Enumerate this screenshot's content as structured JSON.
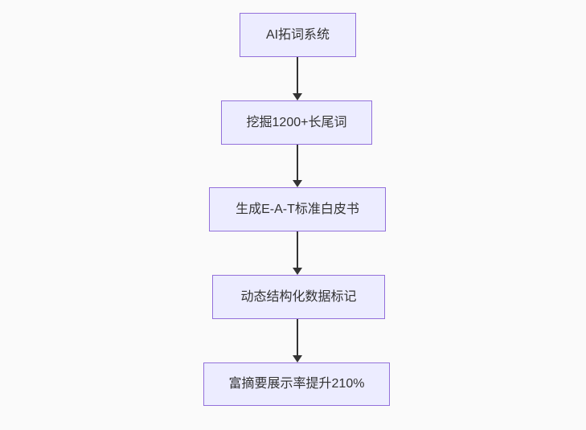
{
  "diagram": {
    "type": "flowchart",
    "direction": "top-down",
    "colors": {
      "background": "#fafafa",
      "node_fill": "#ECECFF",
      "node_border": "#9370DB",
      "node_text": "#333333",
      "edge": "#333333"
    },
    "nodes": [
      {
        "id": "n1",
        "label": "AI拓词系统"
      },
      {
        "id": "n2",
        "label": "挖掘1200+长尾词"
      },
      {
        "id": "n3",
        "label": "生成E-A-T标准白皮书"
      },
      {
        "id": "n4",
        "label": "动态结构化数据标记"
      },
      {
        "id": "n5",
        "label": "富摘要展示率提升210%"
      }
    ],
    "edges": [
      {
        "from": "n1",
        "to": "n2"
      },
      {
        "from": "n2",
        "to": "n3"
      },
      {
        "from": "n3",
        "to": "n4"
      },
      {
        "from": "n4",
        "to": "n5"
      }
    ]
  }
}
